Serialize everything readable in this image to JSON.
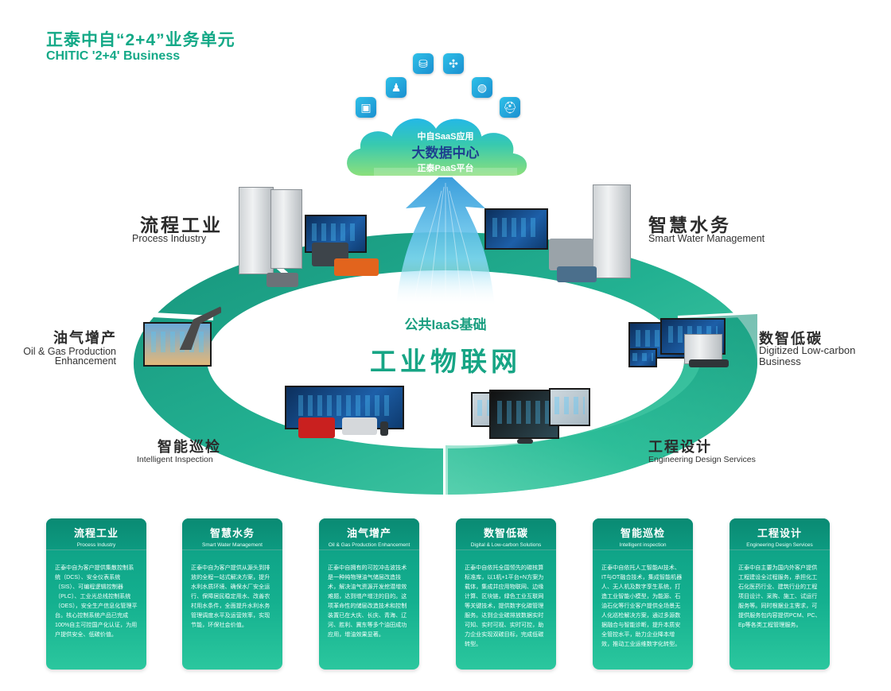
{
  "header": {
    "title": "正泰中自“2+4”业务单元",
    "subtitle": "CHITIC '2+4' Business"
  },
  "cloud": {
    "saas": "中自SaaS应用",
    "big_data": "大数据中心",
    "paas": "正泰PaaS平台"
  },
  "center": {
    "iaas": "公共IaaS基础",
    "iot": "工业物联网"
  },
  "segments": [
    {
      "cn": "流程工业",
      "en": "Process Industry"
    },
    {
      "cn": "智慧水务",
      "en": "Smart Water Management"
    },
    {
      "cn": "油气增产",
      "en_line1": "Oil & Gas Production",
      "en_line2": "Enhancement"
    },
    {
      "cn": "数智低碳",
      "en_line1": "Digitized Low-carbon",
      "en_line2": "Business"
    },
    {
      "cn": "智能巡检",
      "en": "Intelligent Inspection"
    },
    {
      "cn": "工程设计",
      "en": "Engineering Design Services"
    }
  ],
  "icons": [
    "monitor-icon",
    "worker-icon",
    "database-icon",
    "network-icon",
    "globe-icon",
    "engineer-icon"
  ],
  "colors": {
    "accent": "#14a987",
    "cloud_text_blue": "#1d3f8f",
    "card_top": "#0c9c83",
    "card_bottom": "#2bc79e"
  },
  "cards": [
    {
      "title": "流程工业",
      "en": "Process Industry",
      "body": "正泰中自为客户提供集散控制系统（DCS）、安全仪表系统（SIS）、可编程逻辑控制器（PLC）、工业光总线控制系统（OES），安全生产信息化管理平台。核心控制系统产品已完成100%自主可控国产化认证，为用户提供安全、低碳价值。"
    },
    {
      "title": "智慧水务",
      "en": "Smart Water Management",
      "body": "正泰中自为客户提供从源头到排放的全程一站式解决方案，提升水利水质环境、确保水厂安全运行、保障居民稳定用水、改善农村用水条件，全面提升水利水务管理调度水平及运营效率，实现节能，环保社会价值。"
    },
    {
      "title": "油气增产",
      "en": "Oil & Gas Production Enhancement",
      "body": "正泰中自拥有的可控冲击波技术是一种纯物理油气储层改造技术，解决油气资源开发挖潜增效难题，达到增产增注的目的。这项革命性的储层改造技术和控制装置已在大庆、长庆、青海、辽河、胜利、冀东等多个油田成功应用，增油效果显著。"
    },
    {
      "title": "数智低碳",
      "en": "Digital & Low-carbon Solutions",
      "body": "正泰中自依托全国领先的碳核算标准库，以1机+1平台+N方案为载体，集成并应用物联网、边缘计算、区块链，绿色工业互联网等关键技术，提供数字化碳管理服务。达到企业碳排放数据实时可知、实时可视、实时可控，助力企业实现双碳目标，完成低碳转型。"
    },
    {
      "title": "智能巡检",
      "en": "Intelligent inspection",
      "body": "正泰中自依托人工智能AI技术、IT与OT融合技术，集成智能机器人、无人机及数字孪生系统，打造工业智能小模型，为能源、石油石化等行业客户提供全场景无人化巡检解决方案，通过多源数据融合与智能诊断，提升本质安全管控水平，助力企业降本增效，推动工业运维数字化转型。"
    },
    {
      "title": "工程设计",
      "en": "Engineering Design Services",
      "body": "正泰中自主要为国内外客户提供工程建设全过程服务，承担化工石化医药行业、建筑行业的工程项目设计、采购、施工、试运行服务等。同时根据业主需求，可提供服务包内容提供PCM、PC、Ep等各类工程管理服务。"
    }
  ]
}
